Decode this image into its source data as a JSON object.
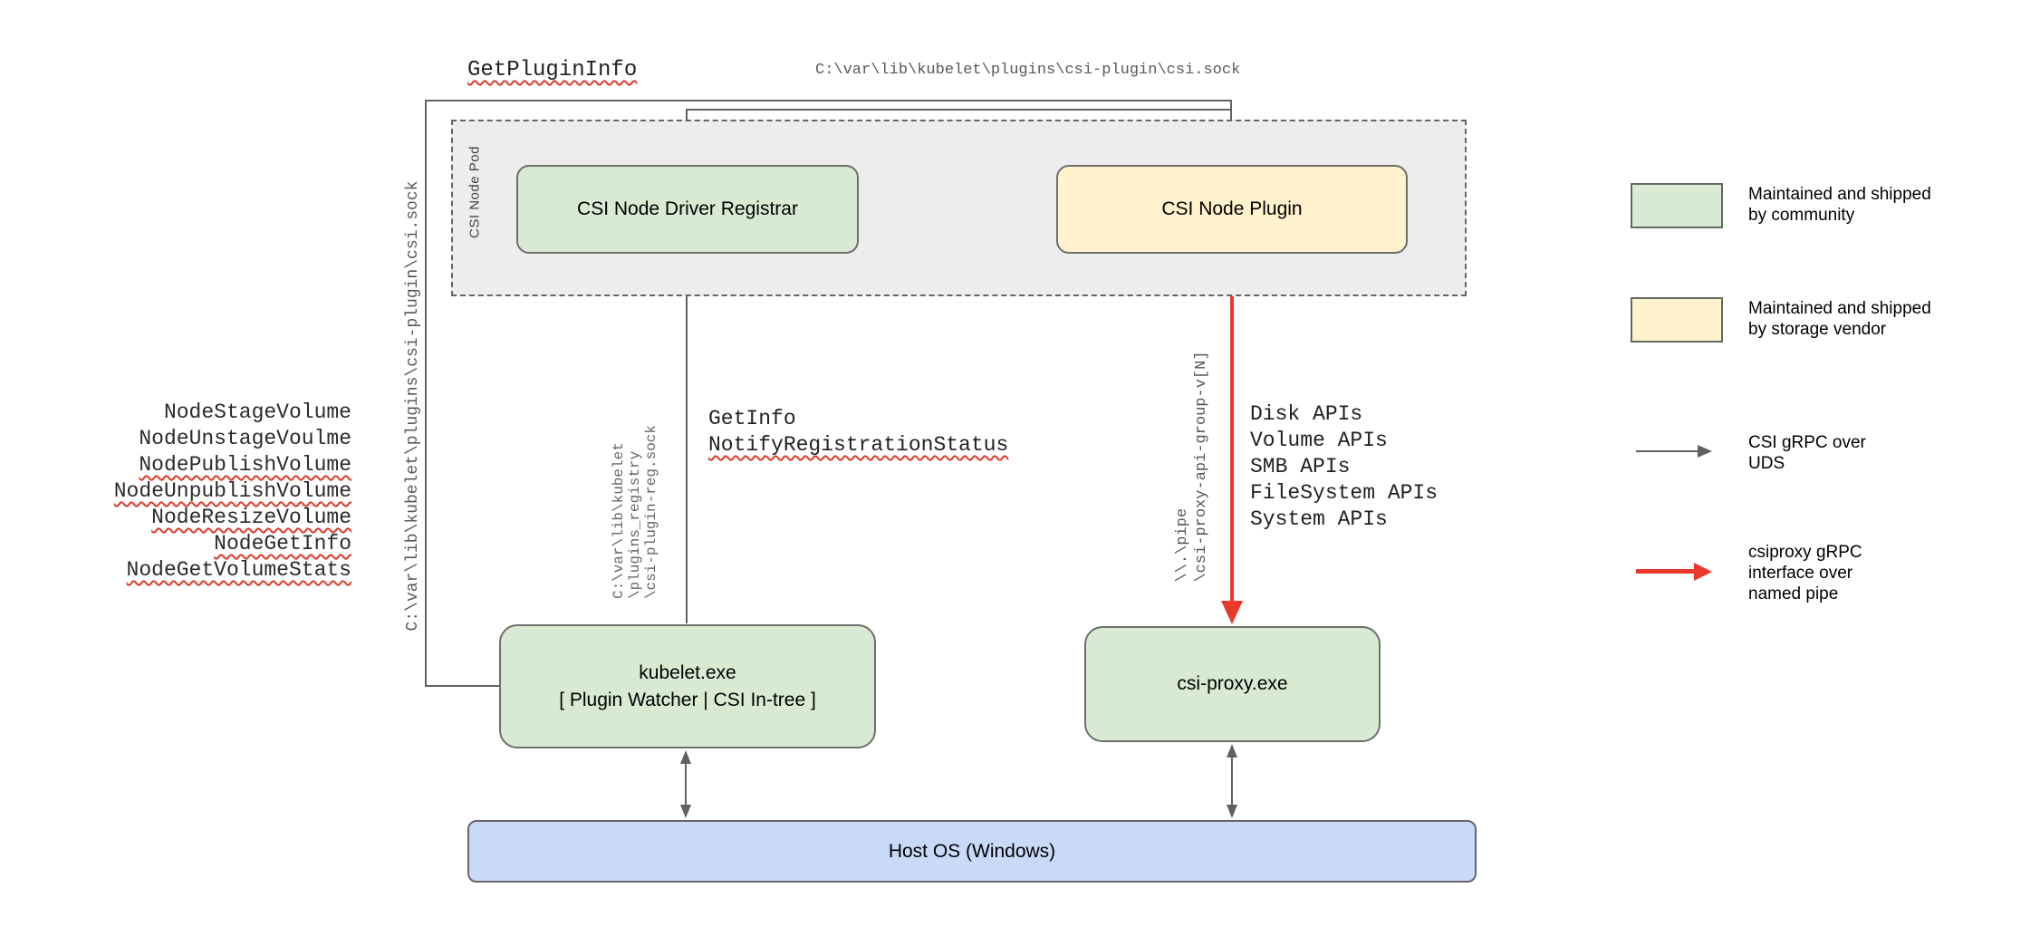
{
  "diagram": {
    "top": {
      "get_plugin_info": "GetPluginInfo",
      "csi_sock_path": "C:\\var\\lib\\kubelet\\plugins\\csi-plugin\\csi.sock"
    },
    "pod": {
      "label": "CSI Node Pod",
      "registrar_label": "CSI Node Driver Registrar",
      "plugin_label": "CSI Node Plugin"
    },
    "left_channel": {
      "socket_path_vertical": "C:\\var\\lib\\kubelet\\plugins\\csi-plugin\\csi.sock",
      "node_apis": [
        "NodeStageVolume",
        "NodeUnstageVoulme",
        "NodePublishVolume",
        "NodeUnpublishVolume",
        "NodeResizeVolume",
        "NodeGetInfo",
        "NodeGetVolumeStats"
      ],
      "node_apis_underlined": [
        false,
        false,
        true,
        true,
        true,
        true,
        true
      ]
    },
    "registration_channel": {
      "socket_path": "C:\\var\\lib\\kubelet\n\\plugins_registry\n\\csi-plugin-reg.sock",
      "call_1": "GetInfo",
      "call_2": "NotifyRegistrationStatus"
    },
    "proxy_channel": {
      "pipe_path": "\\\\.\\pipe\n\\csi-proxy-api-group-v[N]",
      "apis": [
        "Disk APIs",
        "Volume APIs",
        "SMB APIs",
        "FileSystem APIs",
        "System APIs"
      ]
    },
    "boxes": {
      "kubelet_line1": "kubelet.exe",
      "kubelet_line2": "[ Plugin Watcher | CSI In-tree ]",
      "csi_proxy": "csi-proxy.exe",
      "host_os": "Host OS (Windows)"
    },
    "legend": {
      "community": "Maintained and shipped by community",
      "vendor": "Maintained and shipped by storage vendor",
      "uds_arrow": "CSI gRPC over UDS",
      "pipe_arrow": "csiproxy gRPC interface over named pipe"
    },
    "colors": {
      "community_fill": "#d9ead3",
      "vendor_fill": "#fff2cc",
      "host_fill": "#c9daf8",
      "pod_fill": "#ededed",
      "line_gray": "#616161",
      "pipe_red": "#e8392b",
      "squiggle_red": "#dd3b2a"
    }
  }
}
